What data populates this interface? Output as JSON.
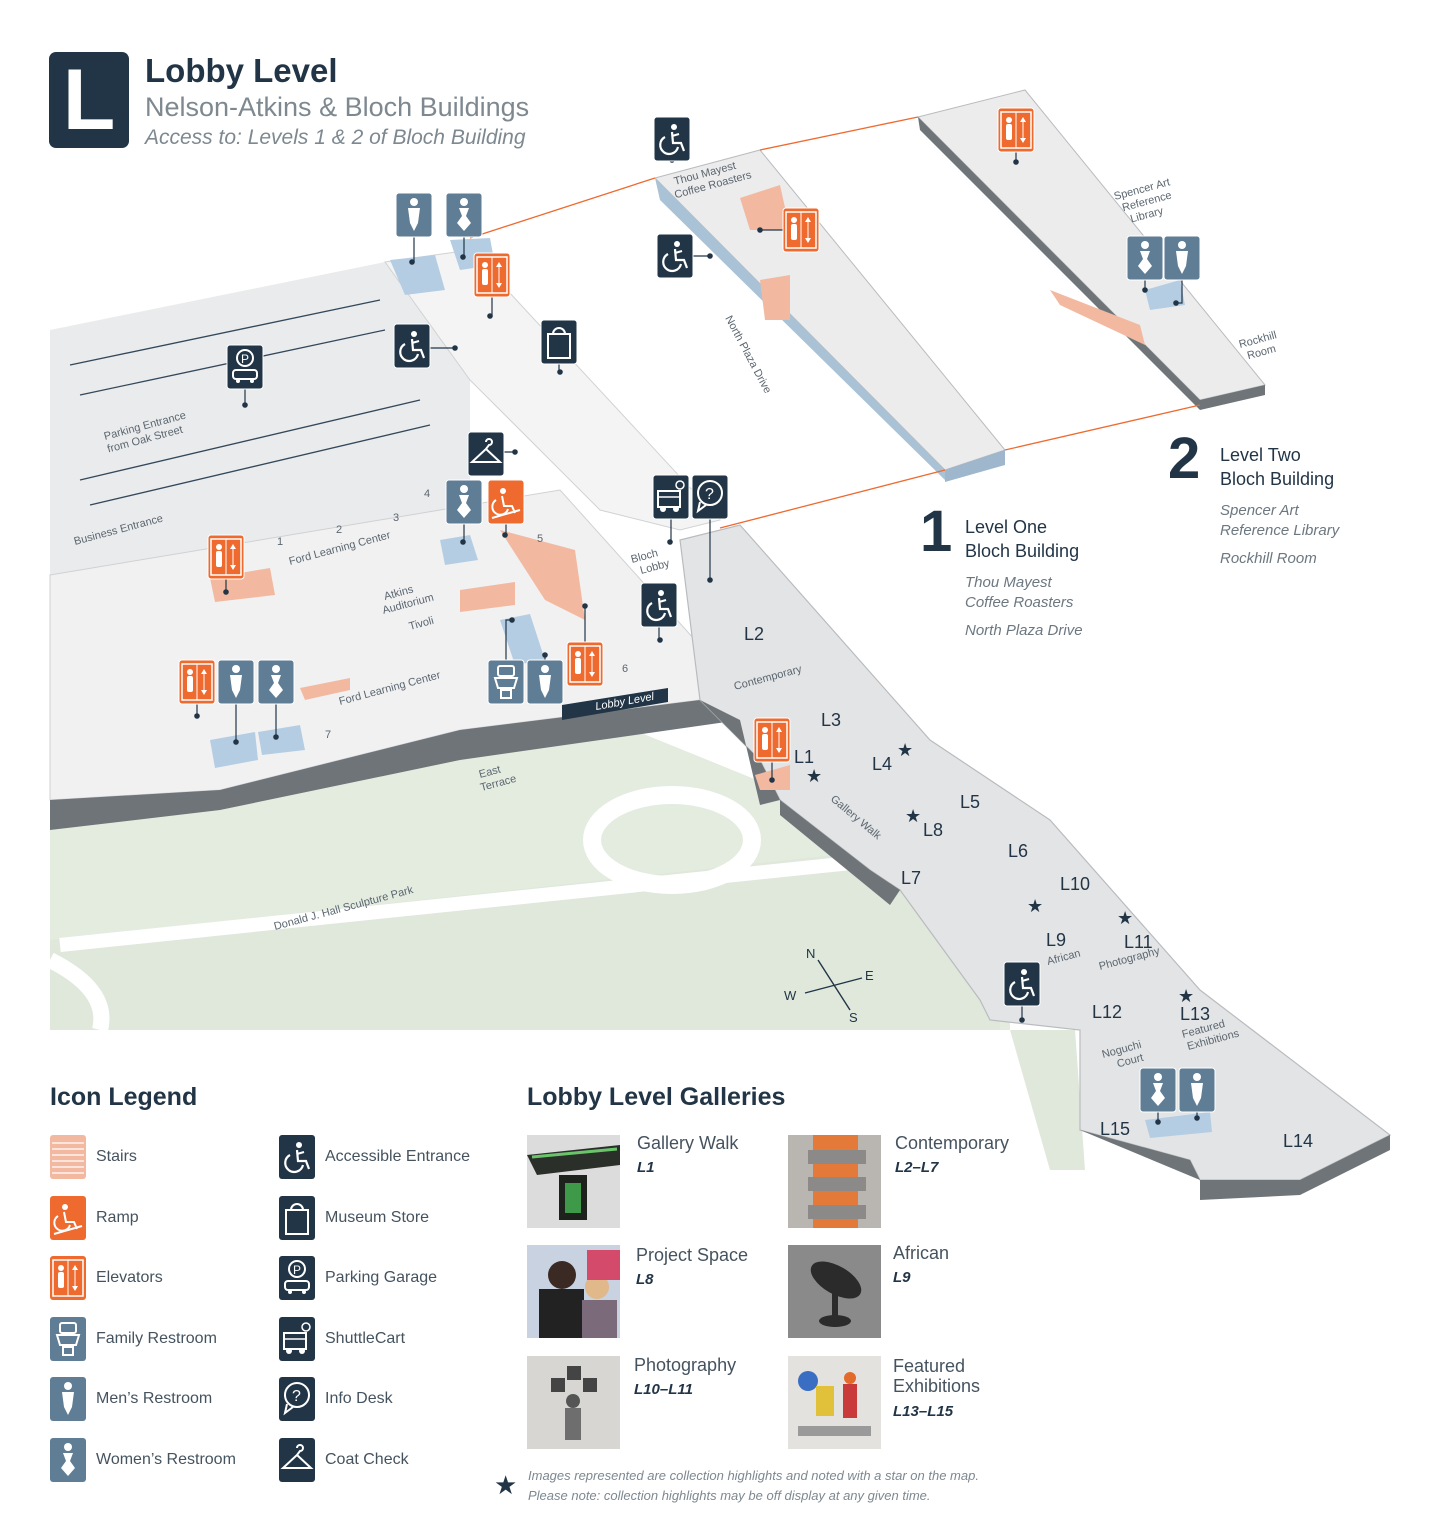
{
  "header": {
    "badge": "L",
    "title": "Lobby Level",
    "subtitle": "Nelson-Atkins & Bloch Buildings",
    "access": "Access to: Levels 1 & 2 of Bloch Building"
  },
  "levels": [
    {
      "number": "1",
      "title_line1": "Level One",
      "title_line2": "Bloch Building",
      "items": [
        "Thou Mayest",
        "Coffee Roasters",
        "North Plaza Drive"
      ]
    },
    {
      "number": "2",
      "title_line1": "Level Two",
      "title_line2": "Bloch Building",
      "items": [
        "Spencer Art",
        "Reference Library",
        "Rockhill Room"
      ]
    }
  ],
  "map_labels": {
    "parking_entrance": [
      "Parking Entrance",
      "from Oak Street"
    ],
    "business_entrance": "Business Entrance",
    "ford_learning_center": "Ford Learning Center",
    "atkins_auditorium": [
      "Atkins",
      "Auditorium"
    ],
    "tivoli": "Tivoli",
    "bloch_lobby": [
      "Bloch",
      "Lobby"
    ],
    "lobby_level": "Lobby Level",
    "east_terrace": [
      "East",
      "Terrace"
    ],
    "sculpture_park": "Donald J. Hall Sculpture Park",
    "gallery_walk": "Gallery Walk",
    "contemporary": "Contemporary",
    "african": "African",
    "photography": "Photography",
    "noguchi_court": [
      "Noguchi",
      "Court"
    ],
    "featured_exhibitions": [
      "Featured",
      "Exhibitions"
    ],
    "coffee": [
      "Thou Mayest",
      "Coffee Roasters"
    ],
    "north_plaza_drive": "North Plaza Drive",
    "spencer": [
      "Spencer Art",
      "Reference",
      "Library"
    ],
    "rockhill": [
      "Rockhill",
      "Room"
    ],
    "rooms": [
      "1",
      "2",
      "3",
      "4",
      "5",
      "6",
      "7"
    ],
    "galleries": [
      "L1",
      "L2",
      "L3",
      "L4",
      "L5",
      "L6",
      "L7",
      "L8",
      "L9",
      "L10",
      "L11",
      "L12",
      "L13",
      "L14",
      "L15"
    ],
    "compass": {
      "n": "N",
      "e": "E",
      "s": "S",
      "w": "W"
    }
  },
  "legend": {
    "heading": "Icon Legend",
    "items": [
      {
        "label": "Stairs",
        "icon": "stairs-icon",
        "color": "#f2b9a0"
      },
      {
        "label": "Ramp",
        "icon": "ramp-icon",
        "color": "#ee6a2f"
      },
      {
        "label": "Elevators",
        "icon": "elevator-icon",
        "color": "#ee6a2f"
      },
      {
        "label": "Family Restroom",
        "icon": "family-restroom-icon",
        "color": "#5f7d94"
      },
      {
        "label": "Men’s Restroom",
        "icon": "mens-restroom-icon",
        "color": "#5f7d94"
      },
      {
        "label": "Women’s Restroom",
        "icon": "womens-restroom-icon",
        "color": "#5f7d94"
      },
      {
        "label": "Accessible Entrance",
        "icon": "accessible-entrance-icon",
        "color": "#223547"
      },
      {
        "label": "Museum Store",
        "icon": "museum-store-icon",
        "color": "#223547"
      },
      {
        "label": "Parking Garage",
        "icon": "parking-garage-icon",
        "color": "#223547"
      },
      {
        "label": "ShuttleCart",
        "icon": "shuttlecart-icon",
        "color": "#223547"
      },
      {
        "label": "Info Desk",
        "icon": "info-desk-icon",
        "color": "#223547"
      },
      {
        "label": "Coat Check",
        "icon": "coat-check-icon",
        "color": "#223547"
      }
    ]
  },
  "galleries": {
    "heading": "Lobby Level Galleries",
    "items": [
      {
        "name": "Gallery Walk",
        "code": "L1"
      },
      {
        "name": "Contemporary",
        "code": "L2–L7"
      },
      {
        "name": "Project Space",
        "code": "L8"
      },
      {
        "name": "African",
        "code": "L9"
      },
      {
        "name": "Photography",
        "code": "L10–L11"
      },
      {
        "name": "Featured Exhibitions",
        "name_line1": "Featured",
        "name_line2": "Exhibitions",
        "code": "L13–L15"
      }
    ]
  },
  "footnote": {
    "line1": "Images represented are collection highlights and noted with a star on the map.",
    "line2": "Please note: collection highlights may be off display at any given time."
  },
  "colors": {
    "navy": "#223547",
    "orange": "#ee6a2f",
    "slate": "#5f7d94",
    "stairs": "#f2b9a0",
    "floor": "#e9e9ea",
    "park": "#e4ece0"
  }
}
